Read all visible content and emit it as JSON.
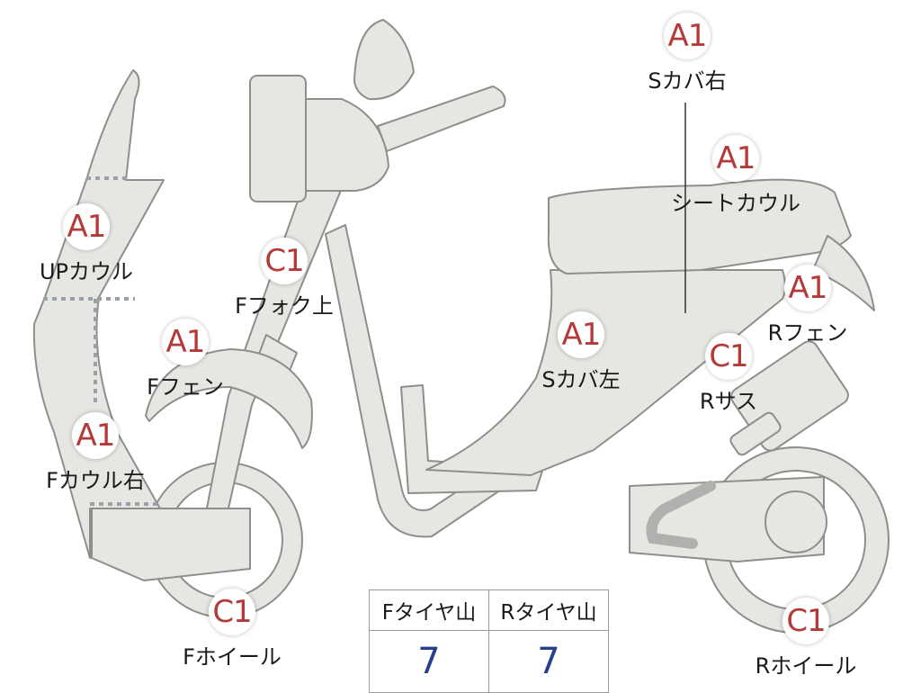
{
  "parts": [
    {
      "key": "s_cover_right",
      "grade": "A1",
      "label": "Sカバ右"
    },
    {
      "key": "seat_cowl",
      "grade": "A1",
      "label": "シートカウル"
    },
    {
      "key": "up_cowl",
      "grade": "A1",
      "label": "UPカウル"
    },
    {
      "key": "f_fork_upper",
      "grade": "C1",
      "label": "Fフォク上"
    },
    {
      "key": "r_fender",
      "grade": "A1",
      "label": "Rフェン"
    },
    {
      "key": "f_fender",
      "grade": "A1",
      "label": "Fフェン"
    },
    {
      "key": "s_cover_left",
      "grade": "A1",
      "label": "Sカバ左"
    },
    {
      "key": "r_suspension",
      "grade": "C1",
      "label": "Rサス"
    },
    {
      "key": "f_cowl_right",
      "grade": "A1",
      "label": "Fカウル右"
    },
    {
      "key": "f_wheel",
      "grade": "C1",
      "label": "Fホイール"
    },
    {
      "key": "r_wheel",
      "grade": "C1",
      "label": "Rホイール"
    }
  ],
  "tires": {
    "front_header": "Fタイヤ山",
    "rear_header": "Rタイヤ山",
    "front_value": "7",
    "rear_value": "7"
  },
  "colors": {
    "grade_text": "#b43a3a",
    "value_text": "#27408b",
    "body_fill": "#e6e6e2"
  }
}
